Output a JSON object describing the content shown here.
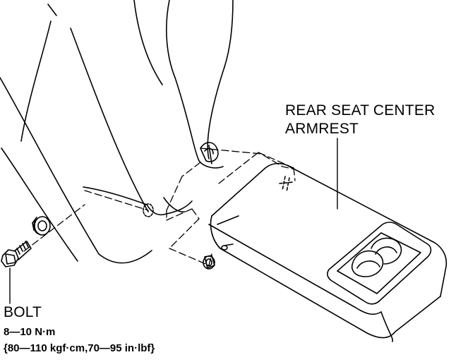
{
  "labels": {
    "armrest_line1": "REAR SEAT CENTER",
    "armrest_line2": "ARMREST",
    "bolt": "BOLT",
    "torque_primary": "8—10 N·m",
    "torque_secondary": "{80—110 kgf·cm,70—95 in·lbf}"
  },
  "colors": {
    "line": "#000000",
    "background": "#ffffff"
  }
}
